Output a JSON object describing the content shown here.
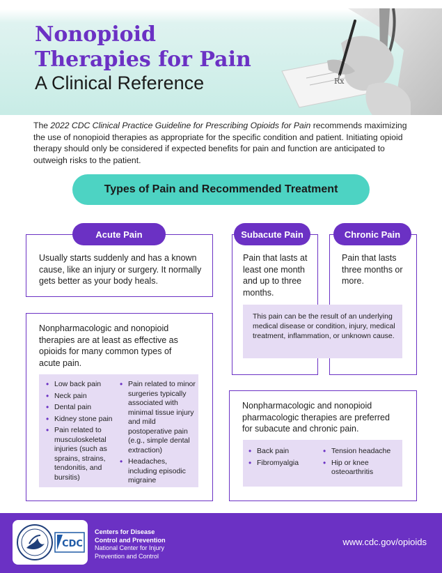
{
  "header": {
    "title_line1": "Nonopioid",
    "title_line2": "Therapies for Pain",
    "subtitle": "A Clinical Reference"
  },
  "intro": {
    "prefix": "The ",
    "guideline": "2022 CDC Clinical Practice Guideline for Prescribing Opioids for Pain",
    "rest": " recommends maximizing the use of nonopioid therapies as appropriate for the specific condition and patient. Initiating opioid therapy should only be considered if expected benefits for pain and function are anticipated to outweigh risks to the patient."
  },
  "section_title": "Types of Pain and Recommended Treatment",
  "acute": {
    "tab": "Acute Pain",
    "description": "Usually starts suddenly and has a known cause, like an injury or surgery. It normally gets better as your body heals.",
    "therapy": "Nonpharmacologic and nonopioid therapies are at least as effective as opioids for many common types of acute pain.",
    "list_col1": [
      "Low back pain",
      "Neck pain",
      "Dental pain",
      "Kidney stone pain",
      "Pain related to musculoskeletal injuries (such as sprains, strains, tendonitis, and bursitis)"
    ],
    "list_col2": [
      "Pain related to minor surgeries typically associated with minimal tissue injury and mild postoperative pain (e.g., simple dental extraction)",
      "Headaches, including episodic migraine"
    ]
  },
  "subacute": {
    "tab": "Subacute Pain",
    "description": "Pain that lasts at least one month and up to three months."
  },
  "chronic": {
    "tab": "Chronic Pain",
    "description": "Pain that lasts three months or more."
  },
  "shared_note": "This pain can be the result of an underlying medical disease or condition, injury, medical treatment, inflammation, or unknown cause.",
  "subchronic": {
    "therapy": "Nonpharmacologic and nonopioid pharmacologic therapies are preferred for subacute and chronic pain.",
    "list_col1": [
      "Back pain",
      "Fibromyalgia"
    ],
    "list_col2": [
      "Tension headache",
      "Hip or knee osteoarthritis"
    ]
  },
  "footer": {
    "logo_text": "CDC",
    "org_line1": "Centers for Disease",
    "org_line2": "Control and Prevention",
    "org_line3": "National Center for Injury",
    "org_line4": "Prevention and Control",
    "url": "www.cdc.gov/opioids"
  },
  "colors": {
    "purple": "#6b31c4",
    "teal": "#4dd3c3",
    "lavender": "#e6dcf4"
  }
}
